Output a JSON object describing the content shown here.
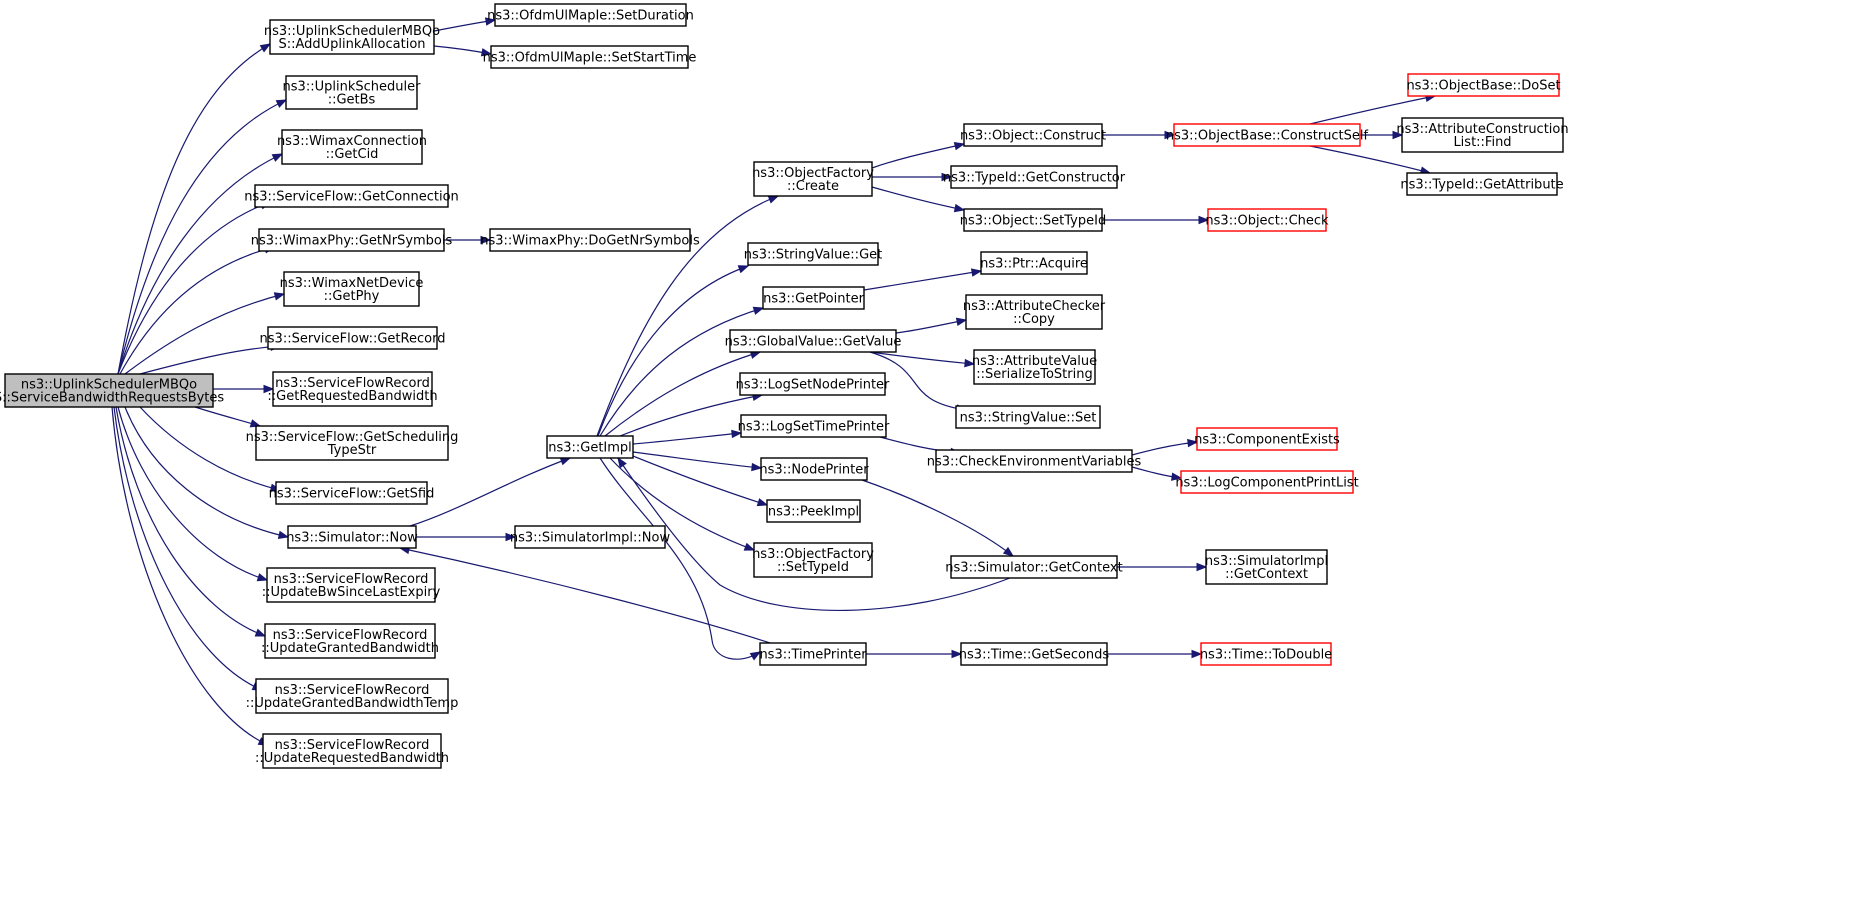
{
  "graph": {
    "title": "",
    "colors": {
      "edge": "#191970",
      "node_border": "#000000",
      "node_border_truncated": "#ff0000",
      "root_fill": "#bfbfbf",
      "node_fill": "#ffffff"
    },
    "nodes": [
      {
        "id": "root",
        "lines": [
          "ns3::UplinkSchedulerMBQo",
          "S::ServiceBandwidthRequestsBytes"
        ],
        "style": "root"
      },
      {
        "id": "addUplink",
        "lines": [
          "ns3::UplinkSchedulerMBQo",
          "S::AddUplinkAllocation"
        ],
        "style": "normal"
      },
      {
        "id": "setDuration",
        "lines": [
          "ns3::OfdmUlMapIe::SetDuration"
        ],
        "style": "normal"
      },
      {
        "id": "setStartTime",
        "lines": [
          "ns3::OfdmUlMapIe::SetStartTime"
        ],
        "style": "normal"
      },
      {
        "id": "getBs",
        "lines": [
          "ns3::UplinkScheduler",
          "::GetBs"
        ],
        "style": "normal"
      },
      {
        "id": "getCid",
        "lines": [
          "ns3::WimaxConnection",
          "::GetCid"
        ],
        "style": "normal"
      },
      {
        "id": "getConnection",
        "lines": [
          "ns3::ServiceFlow::GetConnection"
        ],
        "style": "normal"
      },
      {
        "id": "getNrSymbols",
        "lines": [
          "ns3::WimaxPhy::GetNrSymbols"
        ],
        "style": "normal"
      },
      {
        "id": "doGetNrSymbols",
        "lines": [
          "ns3::WimaxPhy::DoGetNrSymbols"
        ],
        "style": "normal"
      },
      {
        "id": "getPhy",
        "lines": [
          "ns3::WimaxNetDevice",
          "::GetPhy"
        ],
        "style": "normal"
      },
      {
        "id": "getRecord",
        "lines": [
          "ns3::ServiceFlow::GetRecord"
        ],
        "style": "normal"
      },
      {
        "id": "getReqBw",
        "lines": [
          "ns3::ServiceFlowRecord",
          "::GetRequestedBandwidth"
        ],
        "style": "normal"
      },
      {
        "id": "getSchedType",
        "lines": [
          "ns3::ServiceFlow::GetScheduling",
          "TypeStr"
        ],
        "style": "normal"
      },
      {
        "id": "getSfid",
        "lines": [
          "ns3::ServiceFlow::GetSfid"
        ],
        "style": "normal"
      },
      {
        "id": "simNow",
        "lines": [
          "ns3::Simulator::Now"
        ],
        "style": "normal"
      },
      {
        "id": "simImplNow",
        "lines": [
          "ns3::SimulatorImpl::Now"
        ],
        "style": "normal"
      },
      {
        "id": "updBwSince",
        "lines": [
          "ns3::ServiceFlowRecord",
          "::UpdateBwSinceLastExpiry"
        ],
        "style": "normal"
      },
      {
        "id": "updGranted",
        "lines": [
          "ns3::ServiceFlowRecord",
          "::UpdateGrantedBandwidth"
        ],
        "style": "normal"
      },
      {
        "id": "updGrantedTemp",
        "lines": [
          "ns3::ServiceFlowRecord",
          "::UpdateGrantedBandwidthTemp"
        ],
        "style": "normal"
      },
      {
        "id": "updRequested",
        "lines": [
          "ns3::ServiceFlowRecord",
          "::UpdateRequestedBandwidth"
        ],
        "style": "normal"
      },
      {
        "id": "getImpl",
        "lines": [
          "ns3::GetImpl"
        ],
        "style": "normal"
      },
      {
        "id": "ofCreate",
        "lines": [
          "ns3::ObjectFactory",
          "::Create"
        ],
        "style": "normal"
      },
      {
        "id": "stringGet",
        "lines": [
          "ns3::StringValue::Get"
        ],
        "style": "normal"
      },
      {
        "id": "getPointer",
        "lines": [
          "ns3::GetPointer"
        ],
        "style": "normal"
      },
      {
        "id": "gvGetValue",
        "lines": [
          "ns3::GlobalValue::GetValue"
        ],
        "style": "normal"
      },
      {
        "id": "logSetNode",
        "lines": [
          "ns3::LogSetNodePrinter"
        ],
        "style": "normal"
      },
      {
        "id": "logSetTime",
        "lines": [
          "ns3::LogSetTimePrinter"
        ],
        "style": "normal"
      },
      {
        "id": "nodePrinter",
        "lines": [
          "ns3::NodePrinter"
        ],
        "style": "normal"
      },
      {
        "id": "peekImpl",
        "lines": [
          "ns3::PeekImpl"
        ],
        "style": "normal"
      },
      {
        "id": "ofSetTypeId",
        "lines": [
          "ns3::ObjectFactory",
          "::SetTypeId"
        ],
        "style": "normal"
      },
      {
        "id": "timePrinter",
        "lines": [
          "ns3::TimePrinter"
        ],
        "style": "normal"
      },
      {
        "id": "objConstruct",
        "lines": [
          "ns3::Object::Construct"
        ],
        "style": "normal"
      },
      {
        "id": "tidGetCtor",
        "lines": [
          "ns3::TypeId::GetConstructor"
        ],
        "style": "normal"
      },
      {
        "id": "objSetTypeId",
        "lines": [
          "ns3::Object::SetTypeId"
        ],
        "style": "normal"
      },
      {
        "id": "ptrAcquire",
        "lines": [
          "ns3::Ptr::Acquire"
        ],
        "style": "normal"
      },
      {
        "id": "attrCheckCopy",
        "lines": [
          "ns3::AttributeChecker",
          "::Copy"
        ],
        "style": "normal"
      },
      {
        "id": "attrValSer",
        "lines": [
          "ns3::AttributeValue",
          "::SerializeToString"
        ],
        "style": "normal"
      },
      {
        "id": "stringSet",
        "lines": [
          "ns3::StringValue::Set"
        ],
        "style": "normal"
      },
      {
        "id": "checkEnv",
        "lines": [
          "ns3::CheckEnvironmentVariables"
        ],
        "style": "normal"
      },
      {
        "id": "simGetContext",
        "lines": [
          "ns3::Simulator::GetContext"
        ],
        "style": "normal"
      },
      {
        "id": "timeGetSeconds",
        "lines": [
          "ns3::Time::GetSeconds"
        ],
        "style": "normal"
      },
      {
        "id": "obConstructSelf",
        "lines": [
          "ns3::ObjectBase::ConstructSelf"
        ],
        "style": "truncated"
      },
      {
        "id": "objCheck",
        "lines": [
          "ns3::Object::Check"
        ],
        "style": "truncated"
      },
      {
        "id": "compExists",
        "lines": [
          "ns3::ComponentExists"
        ],
        "style": "truncated"
      },
      {
        "id": "logCompPrint",
        "lines": [
          "ns3::LogComponentPrintList"
        ],
        "style": "truncated"
      },
      {
        "id": "simImplGetContext",
        "lines": [
          "ns3::SimulatorImpl",
          "::GetContext"
        ],
        "style": "normal"
      },
      {
        "id": "timeToDouble",
        "lines": [
          "ns3::Time::ToDouble"
        ],
        "style": "truncated"
      },
      {
        "id": "obDoSet",
        "lines": [
          "ns3::ObjectBase::DoSet"
        ],
        "style": "truncated"
      },
      {
        "id": "attrConstrFind",
        "lines": [
          "ns3::AttributeConstruction",
          "List::Find"
        ],
        "style": "normal"
      },
      {
        "id": "tidGetAttr",
        "lines": [
          "ns3::TypeId::GetAttribute"
        ],
        "style": "normal"
      }
    ],
    "edges": [
      {
        "from": "root",
        "to": "addUplink"
      },
      {
        "from": "root",
        "to": "getBs"
      },
      {
        "from": "root",
        "to": "getCid"
      },
      {
        "from": "root",
        "to": "getConnection"
      },
      {
        "from": "root",
        "to": "getNrSymbols"
      },
      {
        "from": "root",
        "to": "getPhy"
      },
      {
        "from": "root",
        "to": "getRecord"
      },
      {
        "from": "root",
        "to": "getReqBw"
      },
      {
        "from": "root",
        "to": "getSchedType"
      },
      {
        "from": "root",
        "to": "getSfid"
      },
      {
        "from": "root",
        "to": "simNow"
      },
      {
        "from": "root",
        "to": "updBwSince"
      },
      {
        "from": "root",
        "to": "updGranted"
      },
      {
        "from": "root",
        "to": "updGrantedTemp"
      },
      {
        "from": "root",
        "to": "updRequested"
      },
      {
        "from": "addUplink",
        "to": "setDuration"
      },
      {
        "from": "addUplink",
        "to": "setStartTime"
      },
      {
        "from": "getNrSymbols",
        "to": "doGetNrSymbols"
      },
      {
        "from": "simNow",
        "to": "getImpl"
      },
      {
        "from": "simNow",
        "to": "simImplNow"
      },
      {
        "from": "getImpl",
        "to": "ofCreate"
      },
      {
        "from": "getImpl",
        "to": "stringGet"
      },
      {
        "from": "getImpl",
        "to": "getPointer"
      },
      {
        "from": "getImpl",
        "to": "gvGetValue"
      },
      {
        "from": "getImpl",
        "to": "logSetNode"
      },
      {
        "from": "getImpl",
        "to": "logSetTime"
      },
      {
        "from": "getImpl",
        "to": "nodePrinter"
      },
      {
        "from": "getImpl",
        "to": "peekImpl"
      },
      {
        "from": "getImpl",
        "to": "ofSetTypeId"
      },
      {
        "from": "getImpl",
        "to": "timePrinter"
      },
      {
        "from": "ofCreate",
        "to": "objConstruct"
      },
      {
        "from": "ofCreate",
        "to": "tidGetCtor"
      },
      {
        "from": "ofCreate",
        "to": "objSetTypeId"
      },
      {
        "from": "objConstruct",
        "to": "obConstructSelf"
      },
      {
        "from": "obConstructSelf",
        "to": "obDoSet"
      },
      {
        "from": "obConstructSelf",
        "to": "attrConstrFind"
      },
      {
        "from": "obConstructSelf",
        "to": "tidGetAttr"
      },
      {
        "from": "objSetTypeId",
        "to": "objCheck"
      },
      {
        "from": "getPointer",
        "to": "ptrAcquire"
      },
      {
        "from": "gvGetValue",
        "to": "attrCheckCopy"
      },
      {
        "from": "gvGetValue",
        "to": "attrValSer"
      },
      {
        "from": "gvGetValue",
        "to": "stringSet"
      },
      {
        "from": "logSetTime",
        "to": "checkEnv"
      },
      {
        "from": "checkEnv",
        "to": "compExists"
      },
      {
        "from": "checkEnv",
        "to": "logCompPrint"
      },
      {
        "from": "nodePrinter",
        "to": "simGetContext"
      },
      {
        "from": "simGetContext",
        "to": "getImpl"
      },
      {
        "from": "simGetContext",
        "to": "simImplGetContext"
      },
      {
        "from": "timePrinter",
        "to": "simNow"
      },
      {
        "from": "timePrinter",
        "to": "timeGetSeconds"
      },
      {
        "from": "timeGetSeconds",
        "to": "timeToDouble"
      }
    ]
  }
}
